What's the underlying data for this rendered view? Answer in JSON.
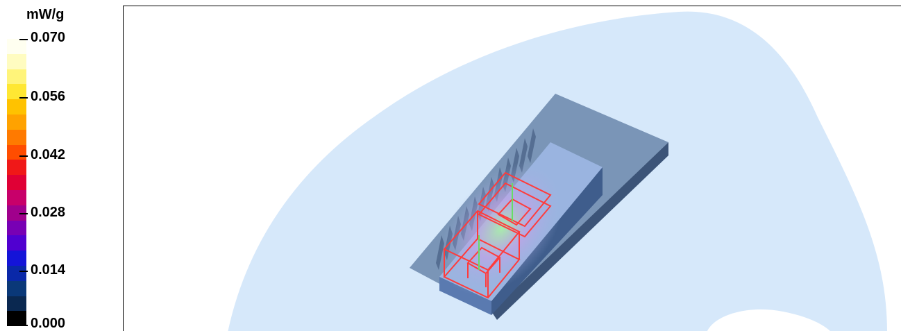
{
  "legend": {
    "unit": "mW/g",
    "ticks": [
      {
        "label": "0.070",
        "value": 0.07
      },
      {
        "label": "0.056",
        "value": 0.056
      },
      {
        "label": "0.042",
        "value": 0.042
      },
      {
        "label": "0.028",
        "value": 0.028
      },
      {
        "label": "0.014",
        "value": 0.014
      },
      {
        "label": "0.000",
        "value": 0.0
      }
    ],
    "colors": [
      "#fffff0",
      "#fffcc0",
      "#fff47a",
      "#ffe733",
      "#ffc200",
      "#ffa200",
      "#ff7a00",
      "#ff4d00",
      "#f01818",
      "#e00035",
      "#c8006a",
      "#a0008c",
      "#7800b4",
      "#5000d0",
      "#1414d8",
      "#0a28a8",
      "#0a3878",
      "#0a2850",
      "#000000"
    ]
  },
  "scene": {
    "background_color": "#d6e8fa",
    "base_plate_color": "#6a86aa",
    "device_color": "#9ab4e0",
    "antenna_color": "#ff3b3b",
    "feed_color": "#66dd66"
  }
}
